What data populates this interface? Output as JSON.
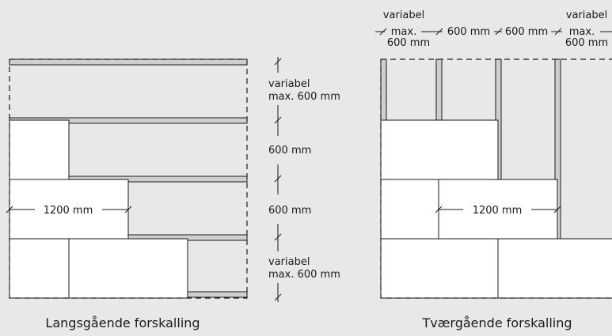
{
  "colors": {
    "background": "#e8e8e8",
    "panel": "#ffffff",
    "batten": "#cfcfcf",
    "line": "#1a1a1a"
  },
  "left": {
    "caption": "Langsgående forskalling",
    "width_label": "1200 mm",
    "dims": {
      "top_l1": "variabel",
      "top_l2": "max. 600 mm",
      "mid1": "600 mm",
      "mid2": "600 mm",
      "bottom_l1": "variabel",
      "bottom_l2": "max. 600 mm"
    }
  },
  "right": {
    "caption": "Tværgående forskalling",
    "width_label": "1200 mm",
    "dims": {
      "a_l1": "variabel",
      "a_l2": "max.",
      "a_l3": "600 mm",
      "b": "600 mm",
      "c": "600 mm",
      "d_l1": "variabel",
      "d_l2": "max.",
      "d_l3": "600 mm"
    }
  }
}
